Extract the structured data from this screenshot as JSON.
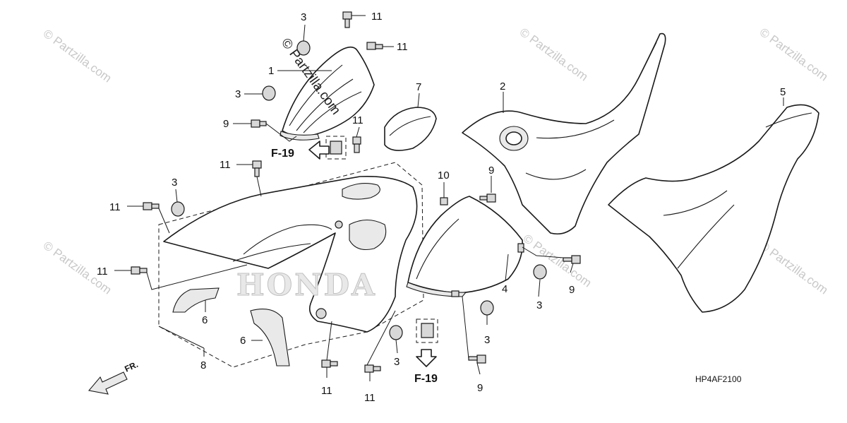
{
  "watermarks": {
    "main": "© Partzilla.com",
    "faint": "© Partzilla.com"
  },
  "diagram_code": "HP4AF2100",
  "front_label": "FR.",
  "ref_label": "F-19",
  "logo_text": "HONDA",
  "callouts": {
    "c1": "1",
    "c2": "2",
    "c3a": "3",
    "c3b": "3",
    "c3c": "3",
    "c3d": "3",
    "c3e": "3",
    "c3f": "3",
    "c4": "4",
    "c5": "5",
    "c6a": "6",
    "c6b": "6",
    "c7": "7",
    "c8": "8",
    "c9a": "9",
    "c9b": "9",
    "c9c": "9",
    "c9d": "9",
    "c10": "10",
    "c11a": "11",
    "c11b": "11",
    "c11c": "11",
    "c11d": "11",
    "c11e": "11",
    "c11f": "11",
    "c11g": "11",
    "c11h": "11"
  }
}
